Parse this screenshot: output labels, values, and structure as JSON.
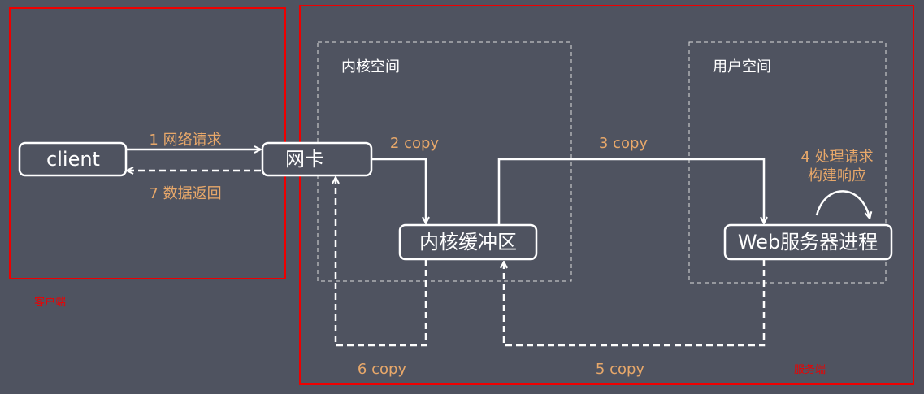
{
  "regions": {
    "client_side": "客户端",
    "server_side": "服务端",
    "kernel_space": "内核空间",
    "user_space": "用户空间"
  },
  "nodes": {
    "client": "client",
    "nic": "网卡",
    "kernel_buffer": "内核缓冲区",
    "web_process": "Web服务器进程"
  },
  "steps": {
    "s1": "1 网络请求",
    "s2": "2 copy",
    "s3": "3 copy",
    "s4_line1": "4 处理请求",
    "s4_line2": "构建响应",
    "s5": "5 copy",
    "s6": "6 copy",
    "s7": "7 数据返回"
  },
  "colors": {
    "background": "#4f5360",
    "label": "#e8a86a",
    "region_border": "#ee0000"
  }
}
